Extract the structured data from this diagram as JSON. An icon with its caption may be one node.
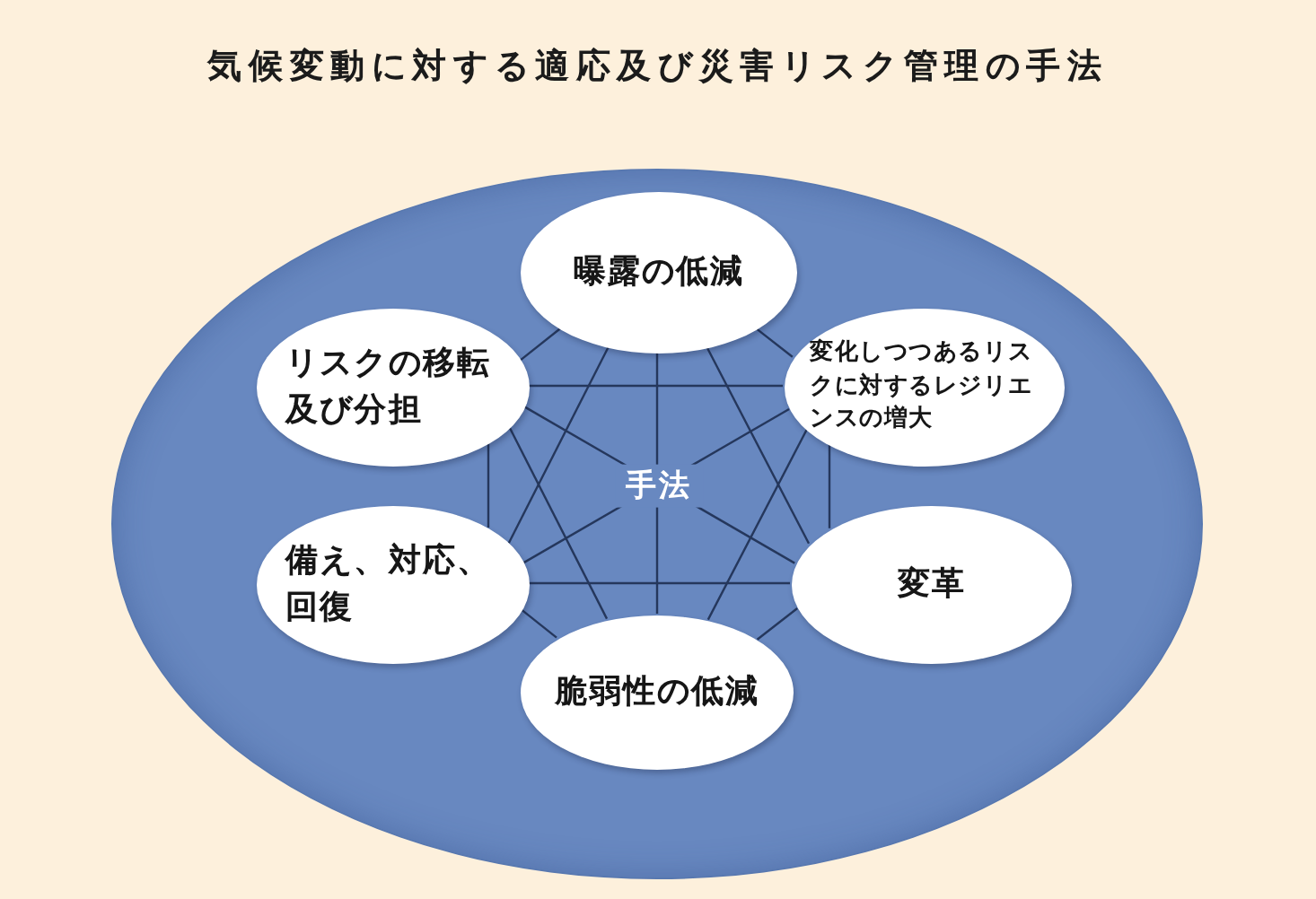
{
  "diagram": {
    "title": "気候変動に対する適応及び災害リスク管理の手法",
    "nodes": [
      {
        "text": [
          "手法"
        ]
      },
      {
        "text": [
          "曝露の低減"
        ],
        "in": 0
      },
      {
        "text": [
          "リスクの移転及び分担"
        ],
        "in": 0
      },
      {
        "text": [
          "変化しつつあるリスクに対するレジリエンスの増大"
        ],
        "in": 0
      },
      {
        "text": [
          "備え、対応、回復"
        ],
        "in": 0
      },
      {
        "text": [
          "変革"
        ],
        "in": 0
      },
      {
        "text": [
          "脆弱性の低減"
        ],
        "in": 0
      }
    ],
    "edges": [
      {
        "from": 1,
        "to": 2,
        "arrow": "none"
      },
      {
        "from": 1,
        "to": 3,
        "arrow": "none"
      },
      {
        "from": 1,
        "to": 4,
        "arrow": "none"
      },
      {
        "from": 1,
        "to": 5,
        "arrow": "none"
      },
      {
        "from": 1,
        "to": 6,
        "arrow": "none"
      },
      {
        "from": 2,
        "to": 3,
        "arrow": "none"
      },
      {
        "from": 2,
        "to": 4,
        "arrow": "none"
      },
      {
        "from": 2,
        "to": 5,
        "arrow": "none"
      },
      {
        "from": 2,
        "to": 6,
        "arrow": "none"
      },
      {
        "from": 3,
        "to": 4,
        "arrow": "none"
      },
      {
        "from": 3,
        "to": 5,
        "arrow": "none"
      },
      {
        "from": 3,
        "to": 6,
        "arrow": "none"
      },
      {
        "from": 4,
        "to": 5,
        "arrow": "none"
      },
      {
        "from": 4,
        "to": 6,
        "arrow": "none"
      },
      {
        "from": 5,
        "to": 6,
        "arrow": "none"
      }
    ]
  }
}
